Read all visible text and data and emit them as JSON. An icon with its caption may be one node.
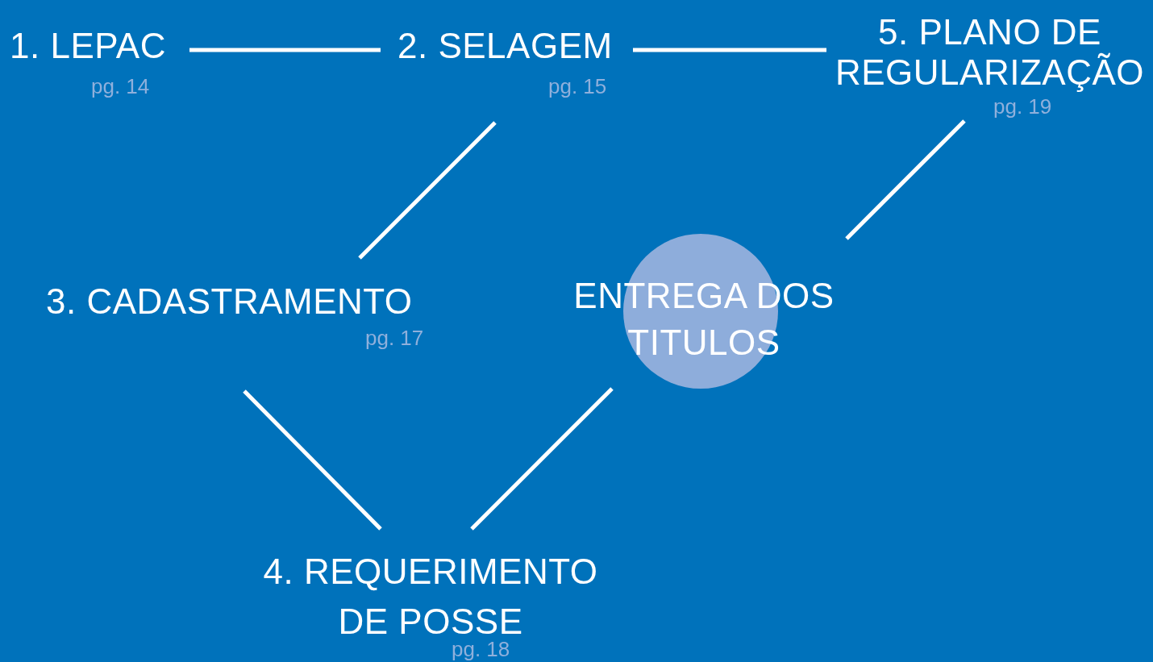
{
  "diagram": {
    "nodes": [
      {
        "text": [
          "1. LEPAC"
        ],
        "beside": [
          "pg. 14"
        ]
      },
      {
        "text": [
          "2. SELAGEM"
        ],
        "beside": [
          "pg. 15"
        ]
      },
      {
        "text": [
          "5. PLANO DE REGULARIZAÇÃO"
        ],
        "beside": [
          "pg. 19"
        ]
      },
      {
        "text": [
          "3. CADASTRAMENTO"
        ],
        "beside": [
          "pg. 17"
        ]
      },
      {
        "text": [
          "ENTREGA DOS TITULOS"
        ]
      },
      {
        "text": [
          "4. REQUERIMENTO DE POSSE"
        ],
        "beside": [
          "pg. 18"
        ]
      }
    ],
    "edges": [
      {
        "from": 0,
        "to": 1,
        "arrow": "none"
      },
      {
        "from": 1,
        "to": 2,
        "arrow": "none"
      },
      {
        "from": 1,
        "to": 3,
        "arrow": "none"
      },
      {
        "from": 3,
        "to": 5,
        "arrow": "none"
      },
      {
        "from": 5,
        "to": 4,
        "arrow": "none"
      },
      {
        "from": 2,
        "to": 4,
        "arrow": "none"
      }
    ]
  }
}
